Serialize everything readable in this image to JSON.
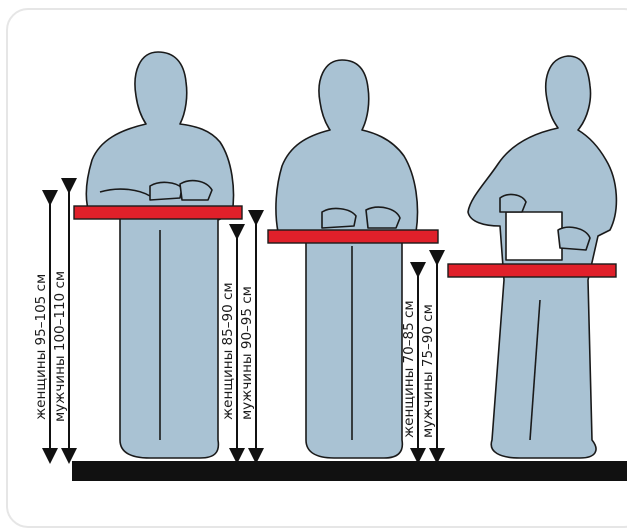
{
  "colors": {
    "figure_fill": "#a9c2d3",
    "figure_stroke": "#1a1a1a",
    "counter_red": "#e0202a",
    "floor": "#111111",
    "arrow": "#111111"
  },
  "figures": [
    {
      "name": "figure-left-counter-high",
      "women_label": "женщины 95–105 см",
      "men_label": "мужчины 100–110 см"
    },
    {
      "name": "figure-middle-counter-medium",
      "women_label": "женщины 85–90 см",
      "men_label": "мужчины 90–95 см"
    },
    {
      "name": "figure-right-counter-low",
      "women_label": "женщины 70–85 см",
      "men_label": "мужчины 75–90 см"
    }
  ]
}
